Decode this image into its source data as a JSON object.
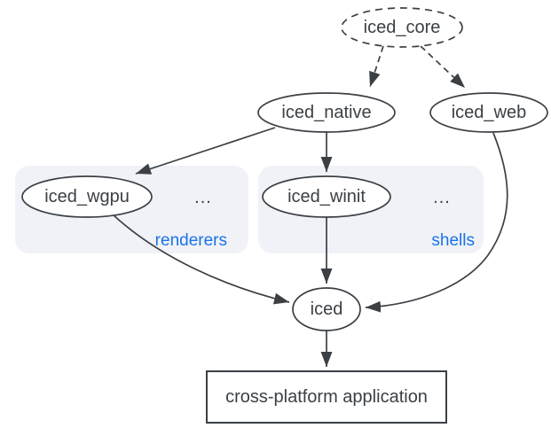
{
  "colors": {
    "background": "#ffffff",
    "stroke": "#3b4045",
    "text": "#3b4045",
    "accent": "#1a73e8",
    "group_fill": "#f0f2f7",
    "node_fill": "#ffffff"
  },
  "nodes": {
    "iced_core": {
      "label": "iced_core"
    },
    "iced_native": {
      "label": "iced_native"
    },
    "iced_web": {
      "label": "iced_web"
    },
    "iced_wgpu": {
      "label": "iced_wgpu"
    },
    "iced_winit": {
      "label": "iced_winit"
    },
    "iced": {
      "label": "iced"
    },
    "application": {
      "label": "cross-platform application"
    }
  },
  "groups": {
    "renderers": {
      "label": "renderers",
      "more": "..."
    },
    "shells": {
      "label": "shells",
      "more": "..."
    }
  }
}
